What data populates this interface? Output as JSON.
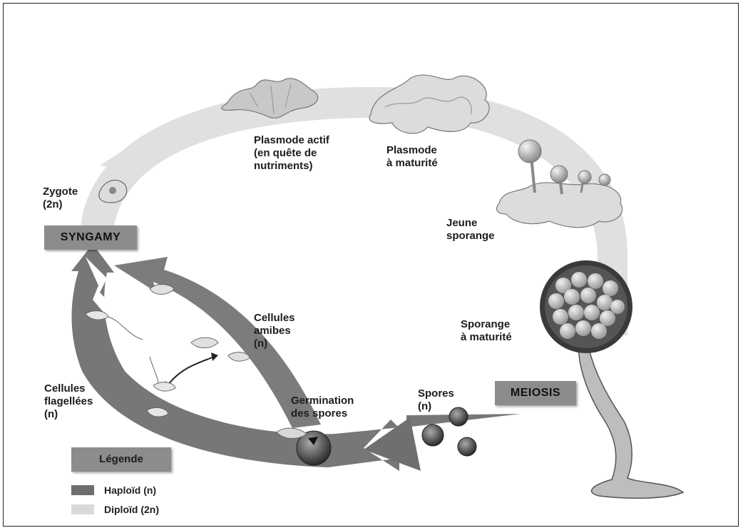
{
  "labels": {
    "plasmode_actif": [
      "Plasmode actif",
      "(en quête de",
      "nutriments)"
    ],
    "plasmode_maturite": [
      "Plasmode",
      "à maturité"
    ],
    "jeune_sporange": [
      "Jeune",
      "sporange"
    ],
    "sporange_maturite": [
      "Sporange",
      "à maturité"
    ],
    "spores": [
      "Spores",
      "(n)"
    ],
    "germination": [
      "Germination",
      "des spores"
    ],
    "cellules_amibes": [
      "Cellules",
      "amibes",
      "(n)"
    ],
    "cellules_flagellees": [
      "Cellules",
      "flagellées",
      "(n)"
    ],
    "zygote": [
      "Zygote",
      "(2n)"
    ]
  },
  "stages": {
    "syngamy": "SYNGAMY",
    "meiosis": "MEIOSIS"
  },
  "legend": {
    "title": "Légende",
    "haploid": "Haploïd (n)",
    "diploid": "Diploïd (2n)",
    "haploid_color": "#6e6e6e",
    "diploid_color": "#d9d9d9"
  }
}
